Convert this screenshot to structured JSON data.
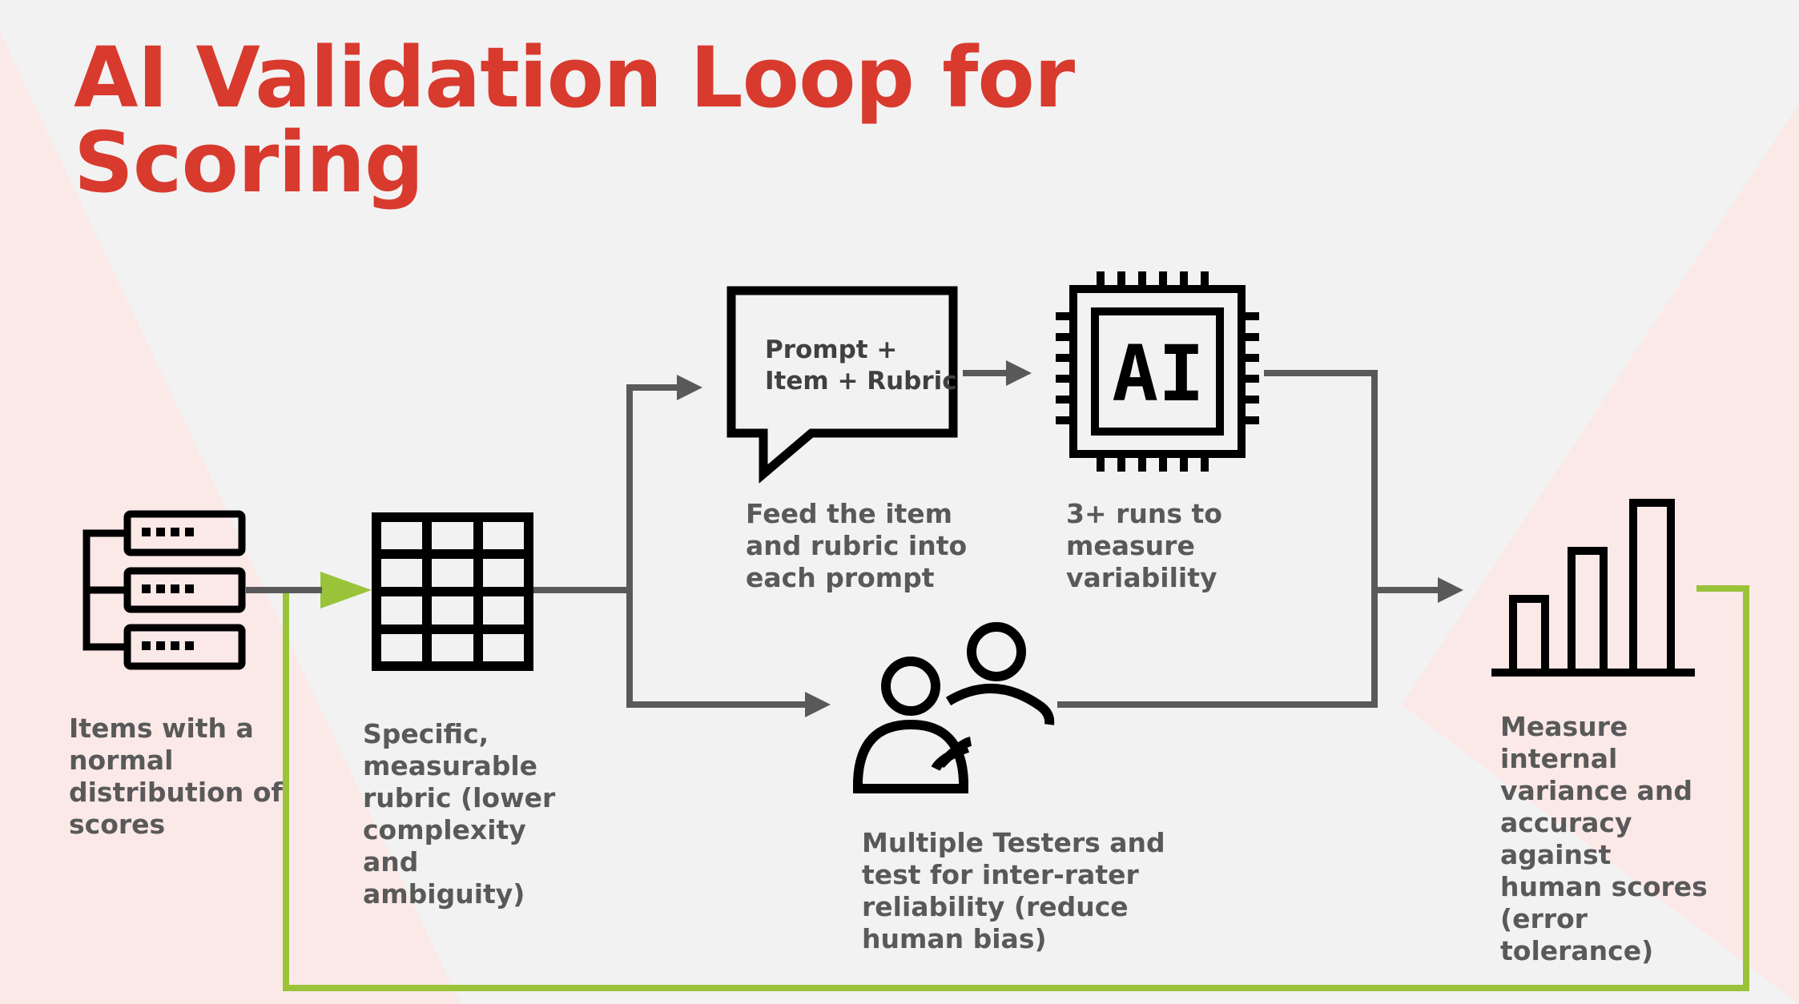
{
  "title": {
    "line1": "AI Validation Loop for",
    "line2": "Scoring"
  },
  "colors": {
    "title": "#d83a2e",
    "background": "#f2f2f2",
    "background_triangles": "#fbe9e7",
    "connectors": "#595959",
    "feedback_loop": "#9ac33a",
    "icons": "#000000",
    "label_text": "#595959"
  },
  "steps": {
    "items": {
      "icon": "server-stack-icon",
      "lines": [
        "Items with a",
        "normal",
        "distribution of",
        "scores"
      ]
    },
    "rubric": {
      "icon": "grid-table-icon",
      "lines": [
        "Specific,",
        "measurable",
        "rubric (lower",
        "complexity",
        "and",
        "ambiguity)"
      ]
    },
    "prompt": {
      "icon": "speech-bubble-icon",
      "bubble_lines": [
        "Prompt +",
        "Item + Rubric"
      ],
      "lines": [
        "Feed the item",
        "and rubric into",
        "each prompt"
      ]
    },
    "ai": {
      "icon": "ai-chip-icon",
      "chip_text": "AI",
      "lines": [
        "3+ runs to",
        "measure",
        "variability"
      ]
    },
    "testers": {
      "icon": "users-icon",
      "lines": [
        "Multiple Testers and",
        "test for inter-rater",
        "reliability (reduce",
        "human bias)"
      ]
    },
    "measure": {
      "icon": "bar-chart-icon",
      "lines": [
        "Measure",
        "internal",
        "variance and",
        "accuracy",
        "against",
        "human scores",
        "(error",
        "tolerance)"
      ]
    }
  }
}
